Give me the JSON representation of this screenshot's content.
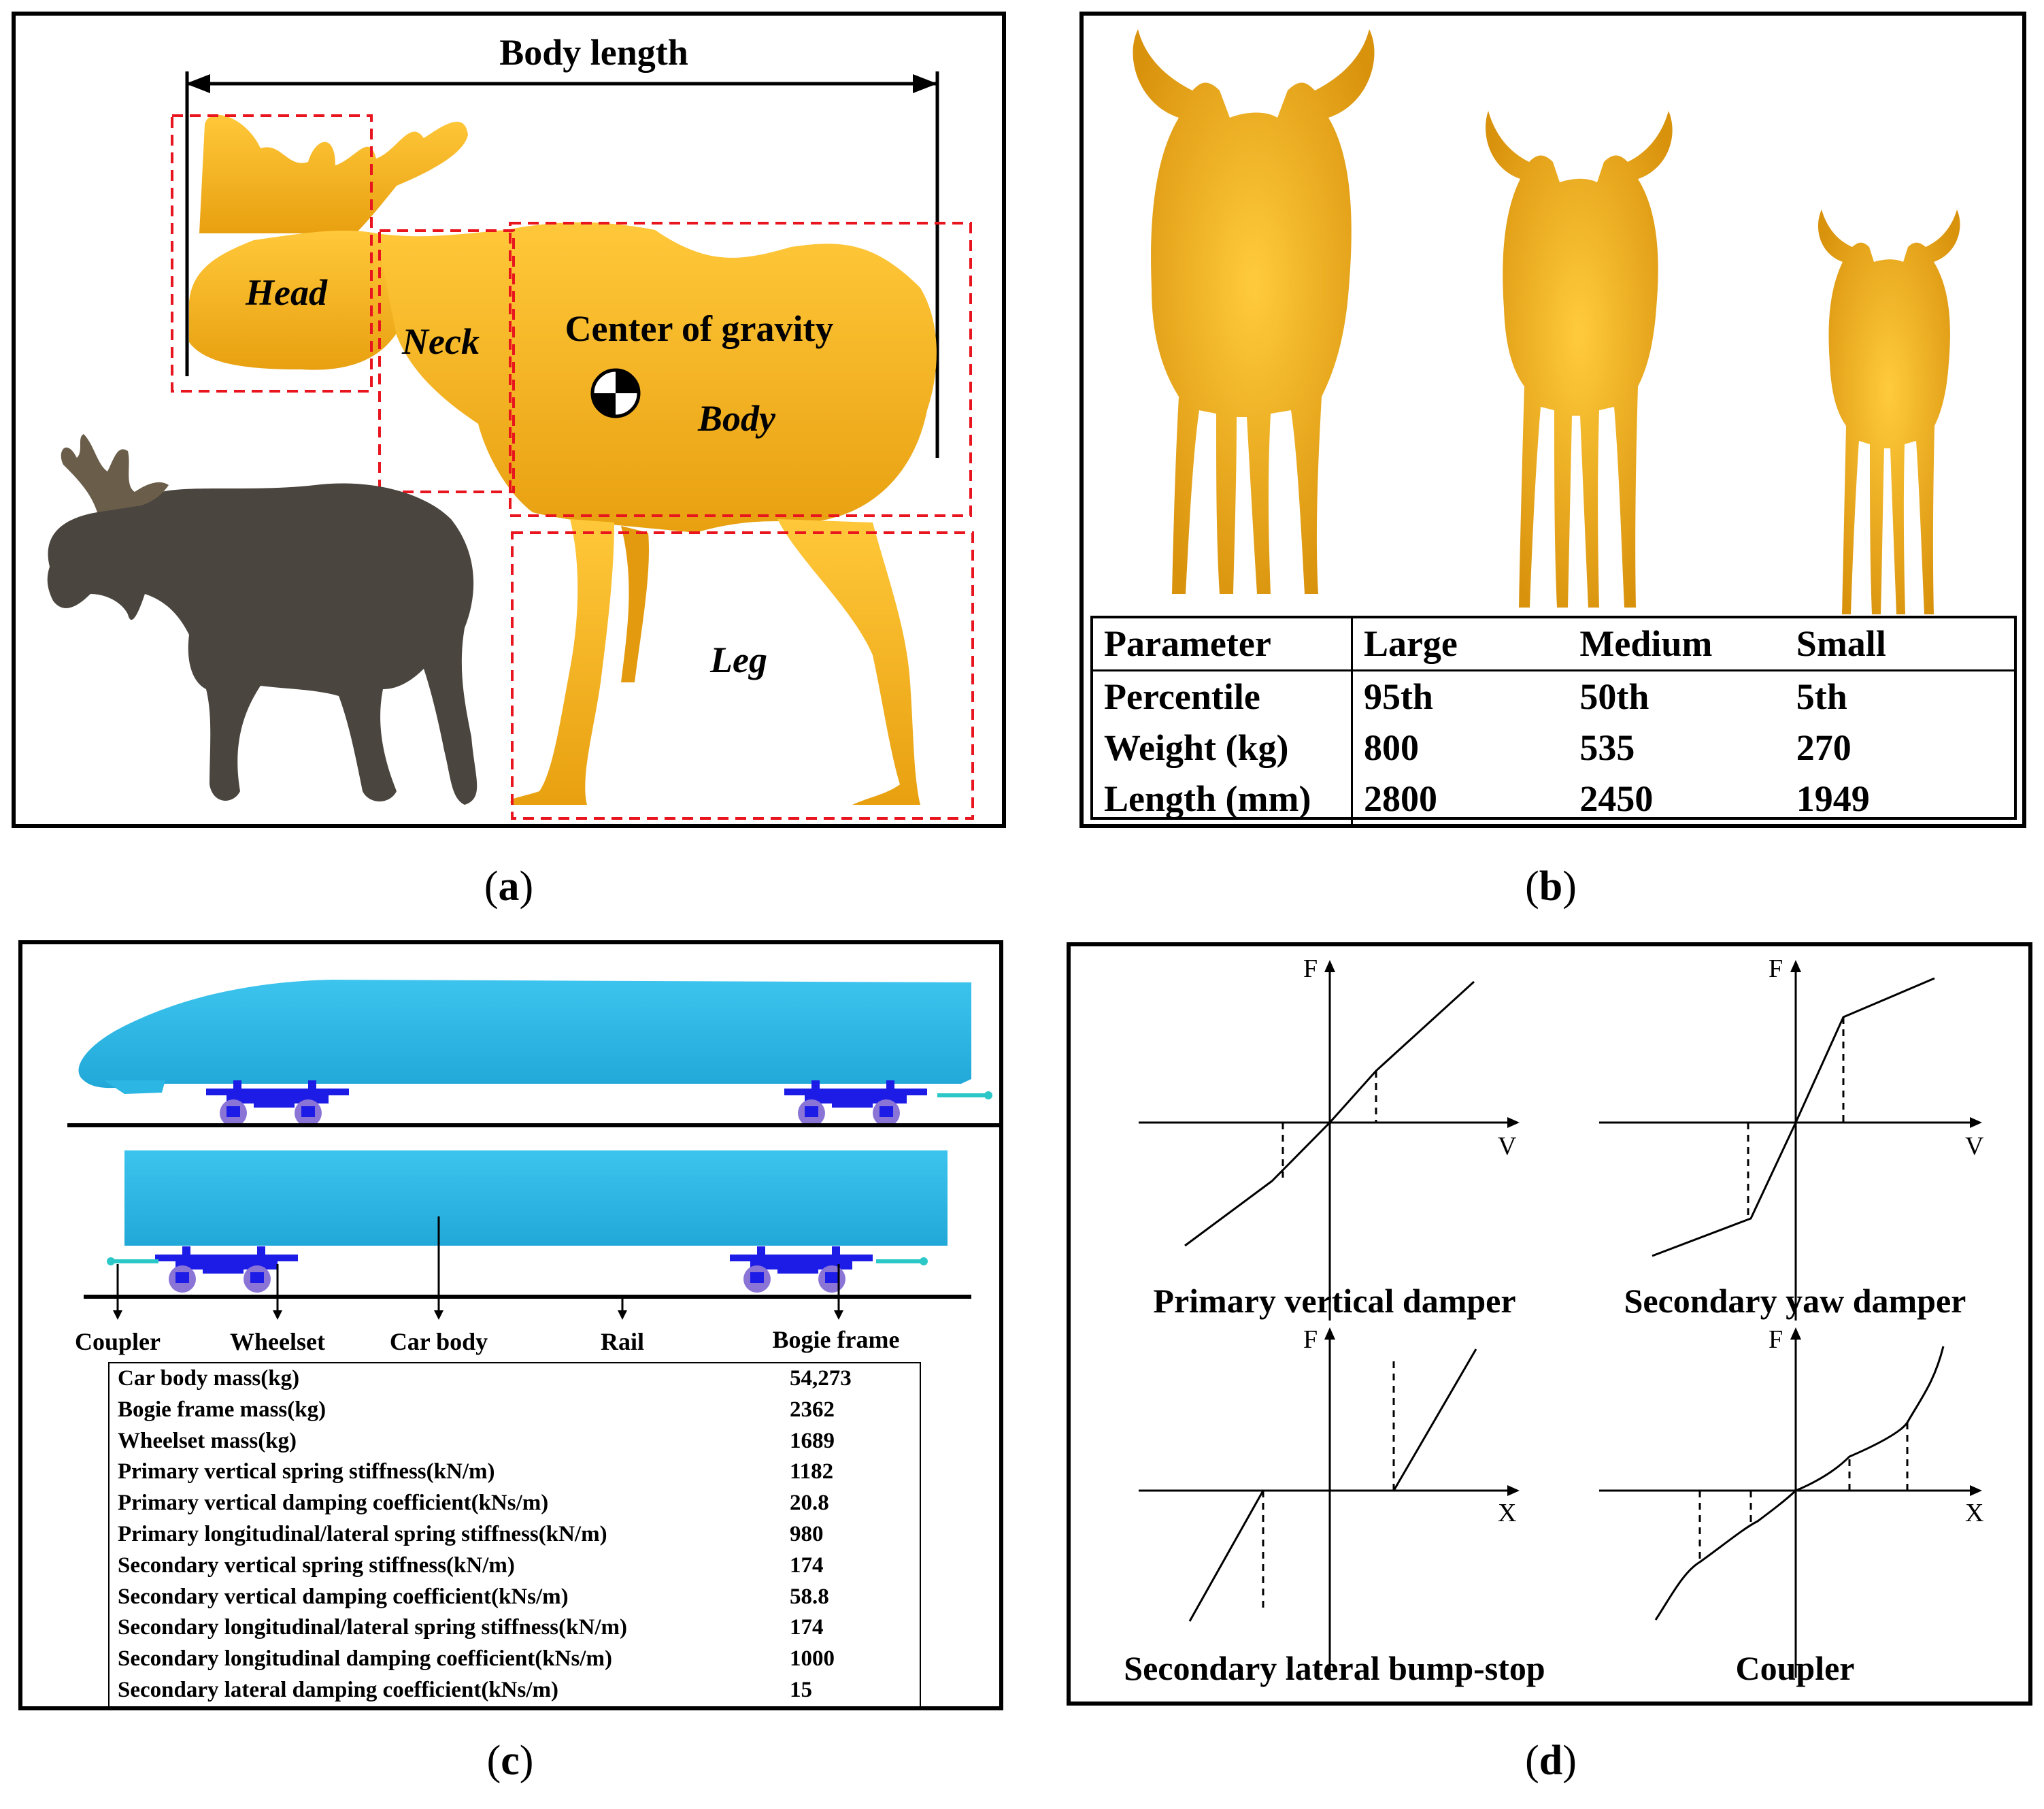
{
  "panel_a": {
    "caption": "a",
    "dimension_label": "Body length",
    "labels": {
      "head": "Head",
      "neck": "Neck",
      "center_of_gravity": "Center of gravity",
      "body": "Body",
      "leg": "Leg"
    }
  },
  "panel_b": {
    "caption": "b",
    "table": {
      "headers": [
        "Parameter",
        "Large",
        "Medium",
        "Small"
      ],
      "rows": [
        [
          "Percentile",
          "95th",
          "50th",
          "5th"
        ],
        [
          "Weight (kg)",
          "800",
          "535",
          "270"
        ],
        [
          "Length (mm)",
          "2800",
          "2450",
          "1949"
        ]
      ]
    }
  },
  "panel_c": {
    "caption": "c",
    "component_labels": [
      "Coupler",
      "Wheelset",
      "Car body",
      "Rail",
      "Bogie frame"
    ],
    "parameters": [
      {
        "name": "Car body mass(kg)",
        "value": "54,273"
      },
      {
        "name": "Bogie frame mass(kg)",
        "value": "2362"
      },
      {
        "name": "Wheelset mass(kg)",
        "value": "1689"
      },
      {
        "name": "Primary vertical spring stiffness(kN/m)",
        "value": "1182"
      },
      {
        "name": "Primary vertical damping coefficient(kNs/m)",
        "value": "20.8"
      },
      {
        "name": "Primary longitudinal/lateral spring stiffness(kN/m)",
        "value": "980"
      },
      {
        "name": "Secondary vertical spring stiffness(kN/m)",
        "value": "174"
      },
      {
        "name": "Secondary vertical damping coefficient(kNs/m)",
        "value": "58.8"
      },
      {
        "name": "Secondary longitudinal/lateral spring stiffness(kN/m)",
        "value": "174"
      },
      {
        "name": "Secondary longitudinal damping coefficient(kNs/m)",
        "value": "1000"
      },
      {
        "name": "Secondary lateral damping coefficient(kNs/m)",
        "value": "15"
      }
    ]
  },
  "panel_d": {
    "caption": "d",
    "plots": [
      {
        "title": "Primary vertical damper",
        "y_axis": "F",
        "x_axis": "V"
      },
      {
        "title": "Secondary yaw damper",
        "y_axis": "F",
        "x_axis": "V"
      },
      {
        "title": "Secondary lateral bump-stop",
        "y_axis": "F",
        "x_axis": "X"
      },
      {
        "title": "Coupler",
        "y_axis": "F",
        "x_axis": "X"
      }
    ]
  },
  "colors": {
    "moose_model": "#F5B418",
    "moose_photo": "#4a453e",
    "region_box": "#E8141E",
    "train_body": "#2BB6E3",
    "bogie": "#1C1CE6",
    "wheel": "#8A74D6",
    "coupler": "#2CC8C8"
  }
}
